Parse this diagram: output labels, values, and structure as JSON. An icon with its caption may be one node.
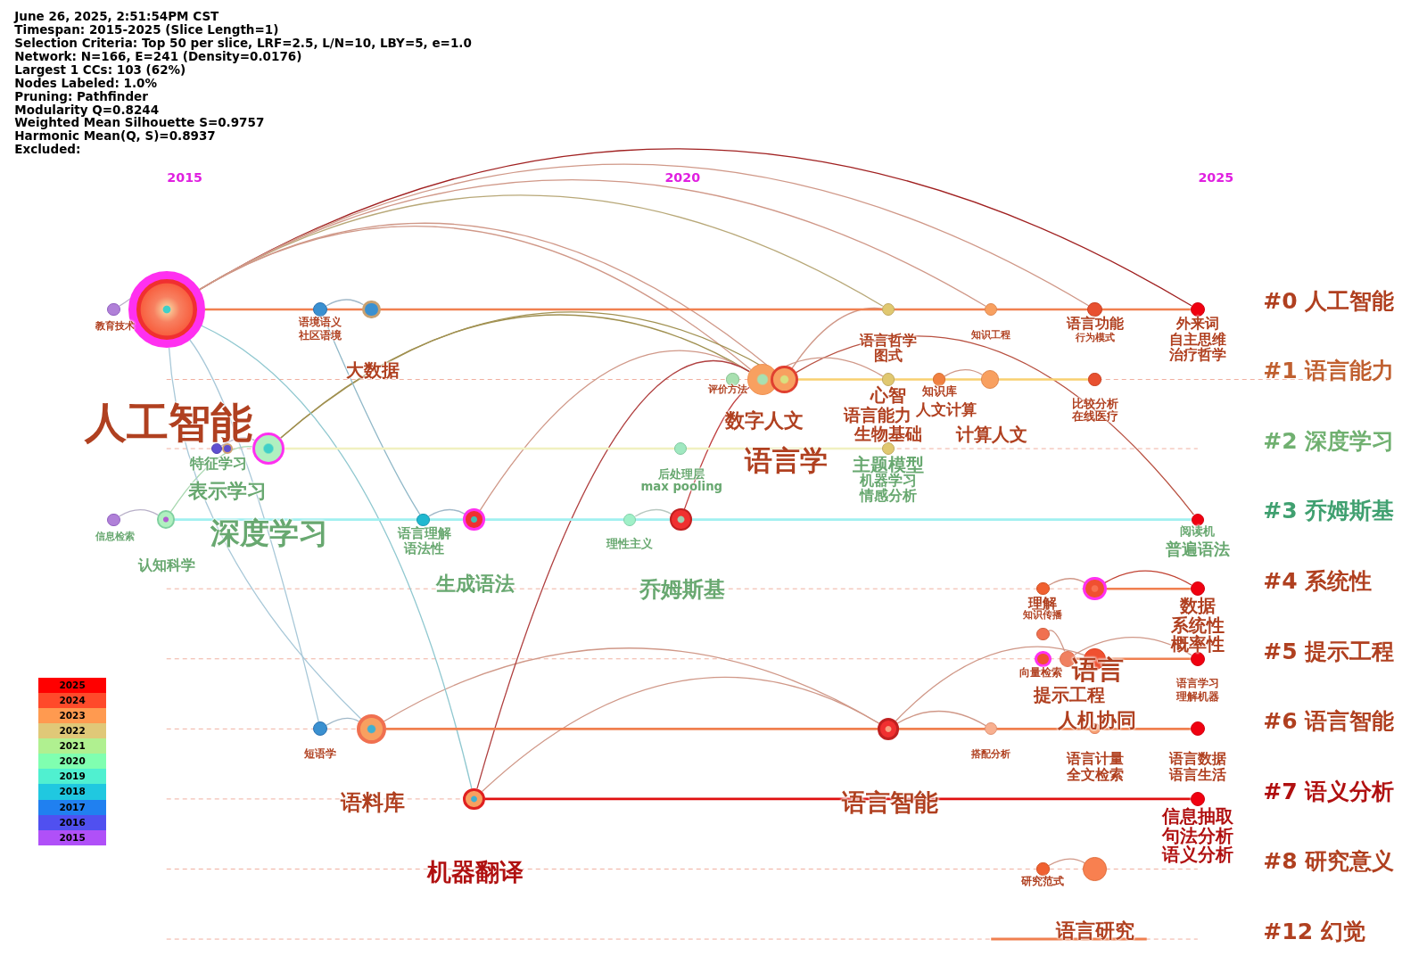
{
  "diagram": {
    "nodes": [
      {
        "text": [],
        "shape": "circle"
      },
      {
        "text": [],
        "shape": "circle"
      },
      {
        "text": [],
        "shape": "circle"
      },
      {
        "text": [],
        "shape": "circle"
      },
      {
        "text": [],
        "shape": "circle"
      },
      {
        "text": [],
        "shape": "circle"
      },
      {
        "text": [],
        "shape": "circle"
      },
      {
        "text": [],
        "shape": "circle"
      },
      {
        "text": [],
        "shape": "circle"
      },
      {
        "text": [],
        "shape": "circle"
      },
      {
        "text": [],
        "shape": "circle"
      },
      {
        "text": [],
        "shape": "circle"
      },
      {
        "text": [],
        "shape": "circle"
      },
      {
        "text": [],
        "shape": "circle"
      },
      {
        "text": [],
        "shape": "circle"
      },
      {
        "text": [],
        "shape": "circle"
      },
      {
        "text": [],
        "shape": "circle"
      },
      {
        "text": [],
        "shape": "circle"
      },
      {
        "text": [],
        "shape": "circle"
      },
      {
        "text": [],
        "shape": "circle"
      },
      {
        "text": [],
        "shape": "circle"
      },
      {
        "text": [],
        "shape": "circle"
      },
      {
        "text": [],
        "shape": "circle"
      },
      {
        "text": [],
        "shape": "circle"
      },
      {
        "text": [],
        "shape": "circle"
      },
      {
        "text": [],
        "shape": "circle"
      },
      {
        "text": [],
        "shape": "circle"
      },
      {
        "text": [],
        "shape": "circle"
      },
      {
        "text": [],
        "shape": "circle"
      },
      {
        "text": [],
        "shape": "circle"
      },
      {
        "text": [],
        "shape": "circle"
      },
      {
        "text": [],
        "shape": "circle"
      },
      {
        "text": [],
        "shape": "circle"
      },
      {
        "text": [],
        "shape": "circle"
      },
      {
        "text": [],
        "shape": "circle"
      },
      {
        "text": [],
        "shape": "circle"
      },
      {
        "text": [],
        "shape": "circle"
      },
      {
        "text": [],
        "shape": "circle"
      },
      {
        "text": [],
        "shape": "circle"
      },
      {
        "text": [],
        "shape": "circle"
      },
      {
        "text": [],
        "shape": "circle"
      },
      {
        "text": [],
        "shape": "circle"
      },
      {
        "text": [],
        "shape": "circle"
      },
      {
        "text": [],
        "shape": "circle"
      },
      {
        "text": [],
        "shape": "circle"
      }
    ],
    "edges": [
      {
        "from": 1,
        "to": 7,
        "arrow": "none",
        "color": "#a02020"
      },
      {
        "from": 1,
        "to": 6,
        "arrow": "none"
      },
      {
        "from": 1,
        "to": 4,
        "arrow": "none",
        "color": "#b8a878"
      },
      {
        "from": 1,
        "to": 5,
        "arrow": "none"
      },
      {
        "from": 1,
        "to": 9,
        "arrow": "none"
      },
      {
        "from": 1,
        "to": 10,
        "arrow": "none"
      },
      {
        "from": 0,
        "to": 1,
        "arrow": "none",
        "color": "#b8b0c8"
      },
      {
        "from": 2,
        "to": 3,
        "arrow": "none",
        "color": "#a0b8c8"
      },
      {
        "from": 17,
        "to": 9,
        "arrow": "none",
        "color": "#a09050"
      },
      {
        "from": 17,
        "to": 10,
        "arrow": "none",
        "color": "#a09050"
      },
      {
        "from": 15,
        "to": 17,
        "arrow": "none",
        "color": "#b8b0c8"
      },
      {
        "from": 21,
        "to": 17,
        "arrow": "none",
        "color": "#a8d8b0"
      },
      {
        "from": 20,
        "to": 21,
        "arrow": "none",
        "color": "#b8b0c8"
      },
      {
        "from": 22,
        "to": 23,
        "arrow": "none",
        "color": "#a0b8c8"
      },
      {
        "from": 24,
        "to": 25,
        "arrow": "none",
        "color": "#b8c8c0"
      },
      {
        "from": 25,
        "to": 9,
        "arrow": "none",
        "color": "#c04040"
      },
      {
        "from": 23,
        "to": 9,
        "arrow": "none"
      },
      {
        "from": 10,
        "to": 26,
        "arrow": "none",
        "color": "#b85040"
      },
      {
        "from": 10,
        "to": 4,
        "arrow": "none"
      },
      {
        "from": 9,
        "to": 11,
        "arrow": "none"
      },
      {
        "from": 12,
        "to": 13,
        "arrow": "none"
      },
      {
        "from": 27,
        "to": 28,
        "arrow": "none"
      },
      {
        "from": 28,
        "to": 29,
        "arrow": "none",
        "color": "#c04030"
      },
      {
        "from": 30,
        "to": 32,
        "arrow": "none"
      },
      {
        "from": 32,
        "to": 34,
        "arrow": "none"
      },
      {
        "from": 35,
        "to": 36,
        "arrow": "none",
        "color": "#a0b8c8"
      },
      {
        "from": 36,
        "to": 37,
        "arrow": "none"
      },
      {
        "from": 37,
        "to": 33,
        "arrow": "none"
      },
      {
        "from": 37,
        "to": 38,
        "arrow": "none"
      },
      {
        "from": 41,
        "to": 37,
        "arrow": "none"
      },
      {
        "from": 41,
        "to": 9,
        "arrow": "none",
        "color": "#b04040"
      },
      {
        "from": 42,
        "to": 43,
        "arrow": "none"
      },
      {
        "from": 1,
        "to": 35,
        "arrow": "none",
        "color": "#a8c8d8"
      },
      {
        "from": 1,
        "to": 36,
        "arrow": "none",
        "color": "#a8c8d8"
      },
      {
        "from": 1,
        "to": 41,
        "arrow": "none",
        "color": "#90c8d0"
      },
      {
        "from": 2,
        "to": 22,
        "arrow": "none",
        "color": "#90b8c8"
      },
      {
        "from": 1,
        "to": 7,
        "arrow": "none",
        "color": "#f08050"
      },
      {
        "from": 10,
        "to": 14,
        "arrow": "none",
        "color": "#f8d070"
      },
      {
        "from": 17,
        "to": 19,
        "arrow": "none",
        "color": "#f0f0c0"
      },
      {
        "from": 21,
        "to": 25,
        "arrow": "none",
        "color": "#a0f0f0"
      },
      {
        "from": 28,
        "to": 29,
        "arrow": "none",
        "color": "#f08050"
      },
      {
        "from": 32,
        "to": 33,
        "arrow": "none",
        "color": "#f08050"
      },
      {
        "from": 36,
        "to": 40,
        "arrow": "none",
        "color": "#f08050"
      },
      {
        "from": 41,
        "to": 44,
        "arrow": "none",
        "color": "#e01010"
      },
      {
        "from": 25,
        "to": 26,
        "arrow": "none",
        "color": "#a0f0f0"
      },
      {
        "from": 33,
        "to": 34,
        "arrow": "none",
        "color": "#f08050"
      }
    ],
    "labels": [
      "June 26, 2025, 2:51:54PM CST",
      "Timespan: 2015-2025 (Slice Length=1)",
      "Selection Criteria: Top 50 per slice, LRF=2.5, L/N=10, LBY=5, e=1.0",
      "Network: N=166, E=241 (Density=0.0176)",
      "Largest 1 CCs: 103 (62%)",
      "Nodes Labeled: 1.0%",
      "Pruning: Pathfinder",
      "Modularity Q=0.8244",
      "Weighted Mean Silhouette S=0.9757",
      "Harmonic Mean(Q, S)=0.8937",
      "Excluded:",
      "2015",
      "2020",
      "2025",
      "教育技术",
      "语境语义",
      "社区语境",
      "大数据",
      "人工智能",
      "特征学习",
      "表示学习",
      "深度学习",
      "认知科学",
      "信息检索",
      "语言理解",
      "语法性",
      "生成语法",
      "理性主义",
      "乔姆斯基",
      "后处理层",
      "max pooling",
      "评价方法",
      "语言哲学",
      "图式",
      "知识工程",
      "语言功能",
      "行为模式",
      "外来词",
      "自主思维",
      "治疗哲学",
      "心智",
      "知识库",
      "人文计算",
      "数字人文",
      "语言能力",
      "生物基础",
      "计算人文",
      "比较分析",
      "在线医疗",
      "语言学",
      "主题模型",
      "机器学习",
      "情感分析",
      "阅读机",
      "普遍语法",
      "理解",
      "知识传播",
      "数据",
      "系统性",
      "概率性",
      "向量检索",
      "语言",
      "提示工程",
      "语言学习",
      "理解机器",
      "人机协同",
      "短语学",
      "搭配分析",
      "语言计量",
      "全文检索",
      "语言数据",
      "语言生活",
      "语料库",
      "语言智能",
      "信息抽取",
      "句法分析",
      "语义分析",
      "机器翻译",
      "研究范式",
      "语言研究",
      "#0 人工智能",
      "#1 语言能力",
      "#2 深度学习",
      "#3 乔姆斯基",
      "#4 系统性",
      "#5 提示工程",
      "#6 语言智能",
      "#7 语义分析",
      "#8 研究意义",
      "#12 幻觉"
    ],
    "legend": [
      {
        "text": "2025",
        "color": "#ff0000"
      },
      {
        "text": "2024",
        "color": "#ff4a2a"
      },
      {
        "text": "2023",
        "color": "#ff9a50"
      },
      {
        "text": "2022",
        "color": "#e0c878"
      },
      {
        "text": "2021",
        "color": "#b0f090"
      },
      {
        "text": "2020",
        "color": "#80ffb0"
      },
      {
        "text": "2019",
        "color": "#50f0d0"
      },
      {
        "text": "2018",
        "color": "#20c8e0"
      },
      {
        "text": "2017",
        "color": "#2080f0"
      },
      {
        "text": "2016",
        "color": "#5050f0"
      },
      {
        "text": "2015",
        "color": "#b050f8"
      }
    ]
  }
}
